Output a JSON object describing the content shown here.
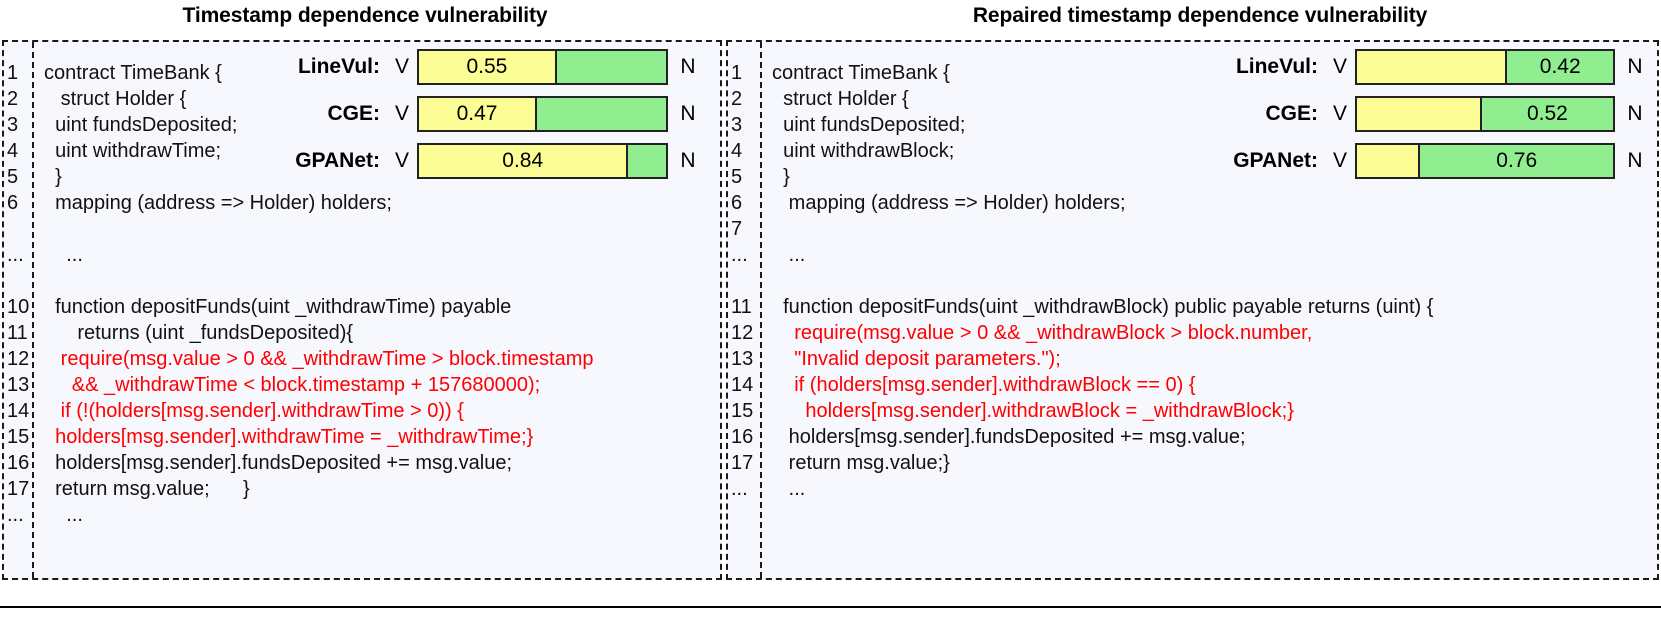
{
  "figure": {
    "left_panel": {
      "title": "Timestamp dependence vulnerability",
      "line_numbers": [
        "1",
        "2",
        "3",
        "4",
        "5",
        "6",
        "",
        "...",
        "",
        "10",
        "11",
        "12",
        "13",
        "14",
        "15",
        "16",
        "17",
        "...",
        ""
      ],
      "code_lines": [
        {
          "text": "contract TimeBank {",
          "red": false
        },
        {
          "text": "   struct Holder {",
          "red": false
        },
        {
          "text": "  uint fundsDeposited;",
          "red": false
        },
        {
          "text": "  uint withdrawTime;",
          "red": false
        },
        {
          "text": "  }",
          "red": false
        },
        {
          "text": "  mapping (address => Holder) holders;",
          "red": false
        },
        {
          "text": "",
          "red": false
        },
        {
          "text": "    ...",
          "red": false
        },
        {
          "text": "",
          "red": false
        },
        {
          "text": "  function depositFunds(uint _withdrawTime) payable",
          "red": false
        },
        {
          "text": "      returns (uint _fundsDeposited){",
          "red": false
        },
        {
          "text": "   require(msg.value > 0 && _withdrawTime > block.timestamp",
          "red": true
        },
        {
          "text": "     && _withdrawTime < block.timestamp + 157680000);",
          "red": true
        },
        {
          "text": "   if (!(holders[msg.sender].withdrawTime > 0)) {",
          "red": true
        },
        {
          "text": "  holders[msg.sender].withdrawTime = _withdrawTime;}",
          "red": true
        },
        {
          "text": "  holders[msg.sender].fundsDeposited += msg.value;",
          "red": false
        },
        {
          "text": "  return msg.value;      }",
          "red": false
        },
        {
          "text": "    ...",
          "red": false
        },
        {
          "text": "",
          "red": false
        }
      ]
    },
    "right_panel": {
      "title": "Repaired timestamp dependence vulnerability",
      "line_numbers": [
        "1",
        "2",
        "3",
        "4",
        "5",
        "6",
        "7",
        "...",
        "",
        "11",
        "12",
        "13",
        "14",
        "15",
        "16",
        "17",
        "...",
        "",
        ""
      ],
      "code_lines": [
        {
          "text": "contract TimeBank {",
          "red": false
        },
        {
          "text": "  struct Holder {",
          "red": false
        },
        {
          "text": "  uint fundsDeposited;",
          "red": false
        },
        {
          "text": "  uint withdrawBlock;",
          "red": false
        },
        {
          "text": "  }",
          "red": false
        },
        {
          "text": "   mapping (address => Holder) holders;",
          "red": false
        },
        {
          "text": "",
          "red": false
        },
        {
          "text": "   ...",
          "red": false
        },
        {
          "text": "",
          "red": false
        },
        {
          "text": "  function depositFunds(uint _withdrawBlock) public payable returns (uint) {",
          "red": false
        },
        {
          "text": "    require(msg.value > 0 && _withdrawBlock > block.number,",
          "red": true
        },
        {
          "text": "    \"Invalid deposit parameters.\");",
          "red": true
        },
        {
          "text": "    if (holders[msg.sender].withdrawBlock == 0) {",
          "red": true
        },
        {
          "text": "      holders[msg.sender].withdrawBlock = _withdrawBlock;}",
          "red": true
        },
        {
          "text": "   holders[msg.sender].fundsDeposited += msg.value;",
          "red": false
        },
        {
          "text": "   return msg.value;}",
          "red": false
        },
        {
          "text": "   ...",
          "red": false
        },
        {
          "text": "",
          "red": false
        },
        {
          "text": "",
          "red": false
        }
      ]
    }
  },
  "chart_data": [
    {
      "type": "bar",
      "title": "Timestamp dependence vulnerability",
      "orientation": "horizontal-stacked",
      "axis_left_label": "V",
      "axis_right_label": "N",
      "categories": [
        "LineVul",
        "CGE",
        "GPANet"
      ],
      "series": [
        {
          "name": "V",
          "values": [
            0.55,
            0.47,
            0.84
          ]
        },
        {
          "name": "N",
          "values": [
            0.45,
            0.53,
            0.16
          ]
        }
      ],
      "labelled_segment": "V",
      "displayed_values": [
        "0.55",
        "0.47",
        "0.84"
      ],
      "colors": {
        "V": "#fdfd96",
        "N": "#90ee90"
      },
      "xlim": [
        0,
        1
      ]
    },
    {
      "type": "bar",
      "title": "Repaired timestamp dependence vulnerability",
      "orientation": "horizontal-stacked",
      "axis_left_label": "V",
      "axis_right_label": "N",
      "categories": [
        "LineVul",
        "CGE",
        "GPANet"
      ],
      "series": [
        {
          "name": "V",
          "values": [
            0.58,
            0.48,
            0.24
          ]
        },
        {
          "name": "N",
          "values": [
            0.42,
            0.52,
            0.76
          ]
        }
      ],
      "labelled_segment": "N",
      "displayed_values": [
        "0.42",
        "0.52",
        "0.76"
      ],
      "colors": {
        "V": "#fdfd96",
        "N": "#90ee90"
      },
      "xlim": [
        0,
        1
      ]
    }
  ],
  "bar_rows": {
    "left": [
      {
        "label": "LineVul:",
        "v_label": "V",
        "n_label": "N",
        "v_frac": 0.55,
        "n_frac": 0.45,
        "value": "0.55",
        "value_on": "v"
      },
      {
        "label": "CGE:",
        "v_label": "V",
        "n_label": "N",
        "v_frac": 0.47,
        "n_frac": 0.53,
        "value": "0.47",
        "value_on": "v"
      },
      {
        "label": "GPANet:",
        "v_label": "V",
        "n_label": "N",
        "v_frac": 0.84,
        "n_frac": 0.16,
        "value": "0.84",
        "value_on": "v"
      }
    ],
    "right": [
      {
        "label": "LineVul:",
        "v_label": "V",
        "n_label": "N",
        "v_frac": 0.58,
        "n_frac": 0.42,
        "value": "0.42",
        "value_on": "n"
      },
      {
        "label": "CGE:",
        "v_label": "V",
        "n_label": "N",
        "v_frac": 0.48,
        "n_frac": 0.52,
        "value": "0.52",
        "value_on": "n"
      },
      {
        "label": "GPANet:",
        "v_label": "V",
        "n_label": "N",
        "v_frac": 0.24,
        "n_frac": 0.76,
        "value": "0.76",
        "value_on": "n"
      }
    ]
  }
}
